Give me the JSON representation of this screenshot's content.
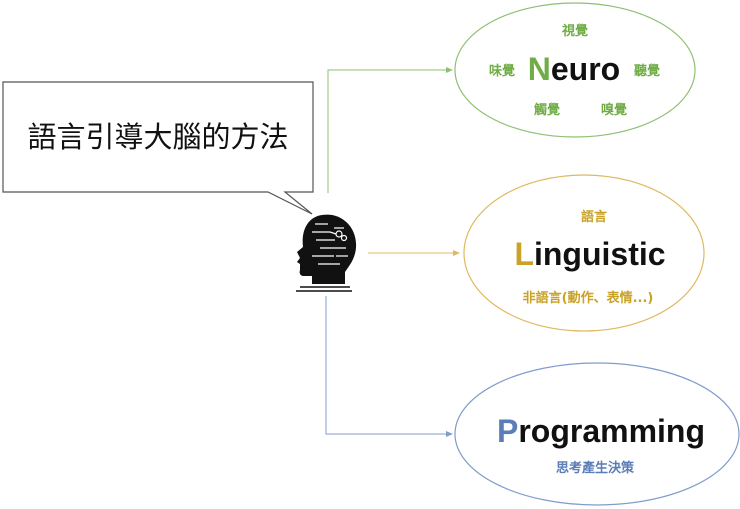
{
  "callout": {
    "text": "語言引導大腦的方法"
  },
  "center_icon": "human-head-with-circuit-icon",
  "nodes": {
    "neuro": {
      "initial": "N",
      "rest": "euro",
      "senses": {
        "top": "視覺",
        "left": "味覺",
        "right": "聽覺",
        "bottom_left": "觸覺",
        "bottom_right": "嗅覺"
      },
      "color": "#70AD47"
    },
    "linguistic": {
      "initial": "L",
      "rest": "inguistic",
      "top_label": "語言",
      "bottom_label": "非語言(動作、表情...)",
      "color": "#C9A227"
    },
    "programming": {
      "initial": "P",
      "rest": "rogramming",
      "bottom_label": "思考產生決策",
      "color": "#5B7DB8"
    }
  }
}
